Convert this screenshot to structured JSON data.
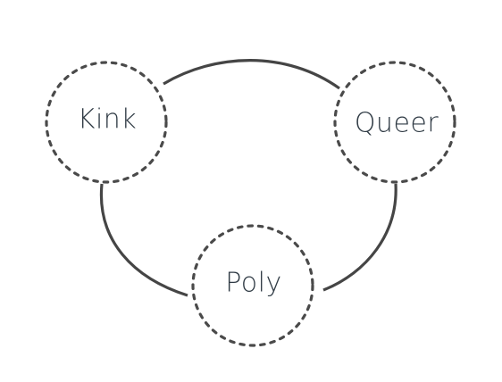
{
  "diagram": {
    "nodes": [
      {
        "id": "kink",
        "label": "Kink"
      },
      {
        "id": "queer",
        "label": "Queer"
      },
      {
        "id": "poly",
        "label": "Poly"
      }
    ],
    "edges": [
      {
        "from": "kink",
        "to": "queer"
      },
      {
        "from": "kink",
        "to": "poly"
      },
      {
        "from": "queer",
        "to": "poly"
      }
    ],
    "colors": {
      "ring": "#4a4a4a",
      "connector": "#454545",
      "text": "#2f3a44",
      "background": "#ffffff"
    }
  }
}
